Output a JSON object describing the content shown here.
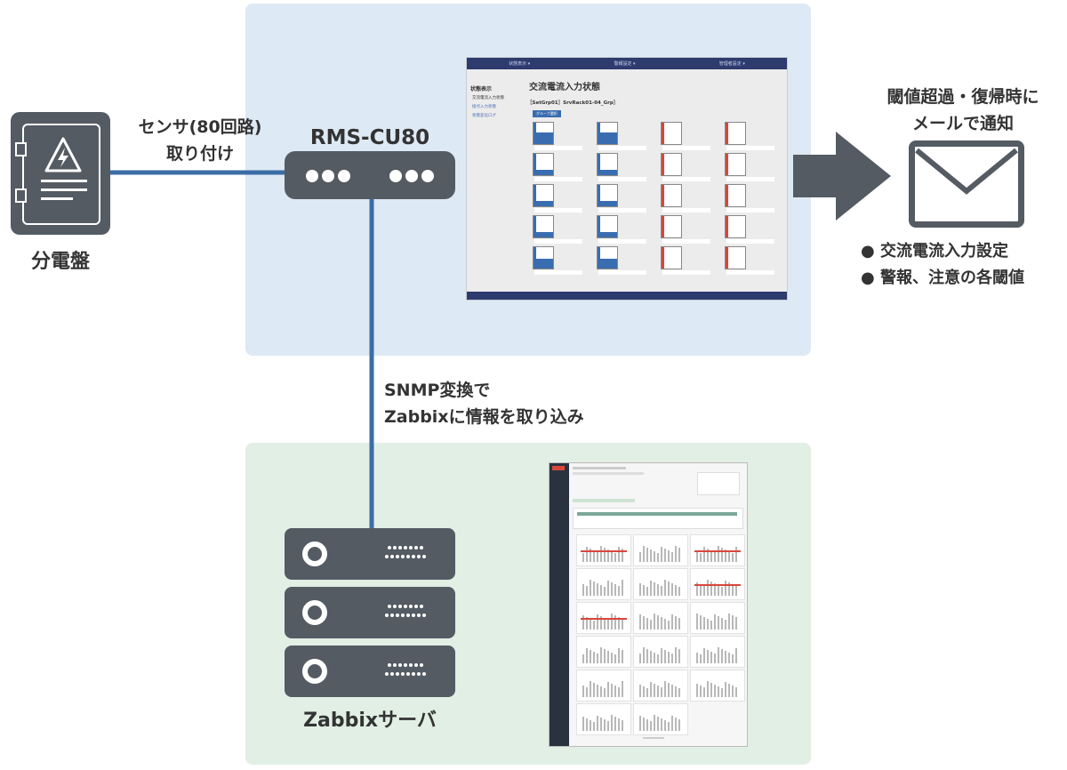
{
  "nodes": {
    "panelboard": {
      "label": "分電盤"
    },
    "device": {
      "label": "RMS-CU80"
    },
    "zabbix_server": {
      "label": "Zabbixサーバ"
    }
  },
  "edges": {
    "sensor": {
      "line1": "センサ(80回路)",
      "line2": "取り付け"
    },
    "snmp": {
      "line1": "SNMP変換で",
      "line2": "Zabbixに情報を取り込み"
    }
  },
  "notify": {
    "line1": "閾値超過・復帰時に",
    "line2": "メールで通知",
    "bullets": [
      "● 交流電流入力設定",
      "● 警報、注意の各閾値"
    ]
  },
  "rms_screen": {
    "menu": [
      "状態表示 ▾",
      "警報設定 ▾",
      "管理者設定 ▾"
    ],
    "side_title": "状態表示",
    "side_items": [
      "交流電流入力状態",
      "接点入力状態",
      "状態変化ログ"
    ],
    "title": "交流電流入力状態",
    "group": "［SetGrp01］SrvRack01-04_Grp］",
    "button": "グループ選択"
  },
  "colors": {
    "panel_blue": "#dde9f4",
    "panel_green": "#e2efe4",
    "device": "#555b63",
    "line": "#3b6ea6",
    "arrow": "#555b63"
  }
}
